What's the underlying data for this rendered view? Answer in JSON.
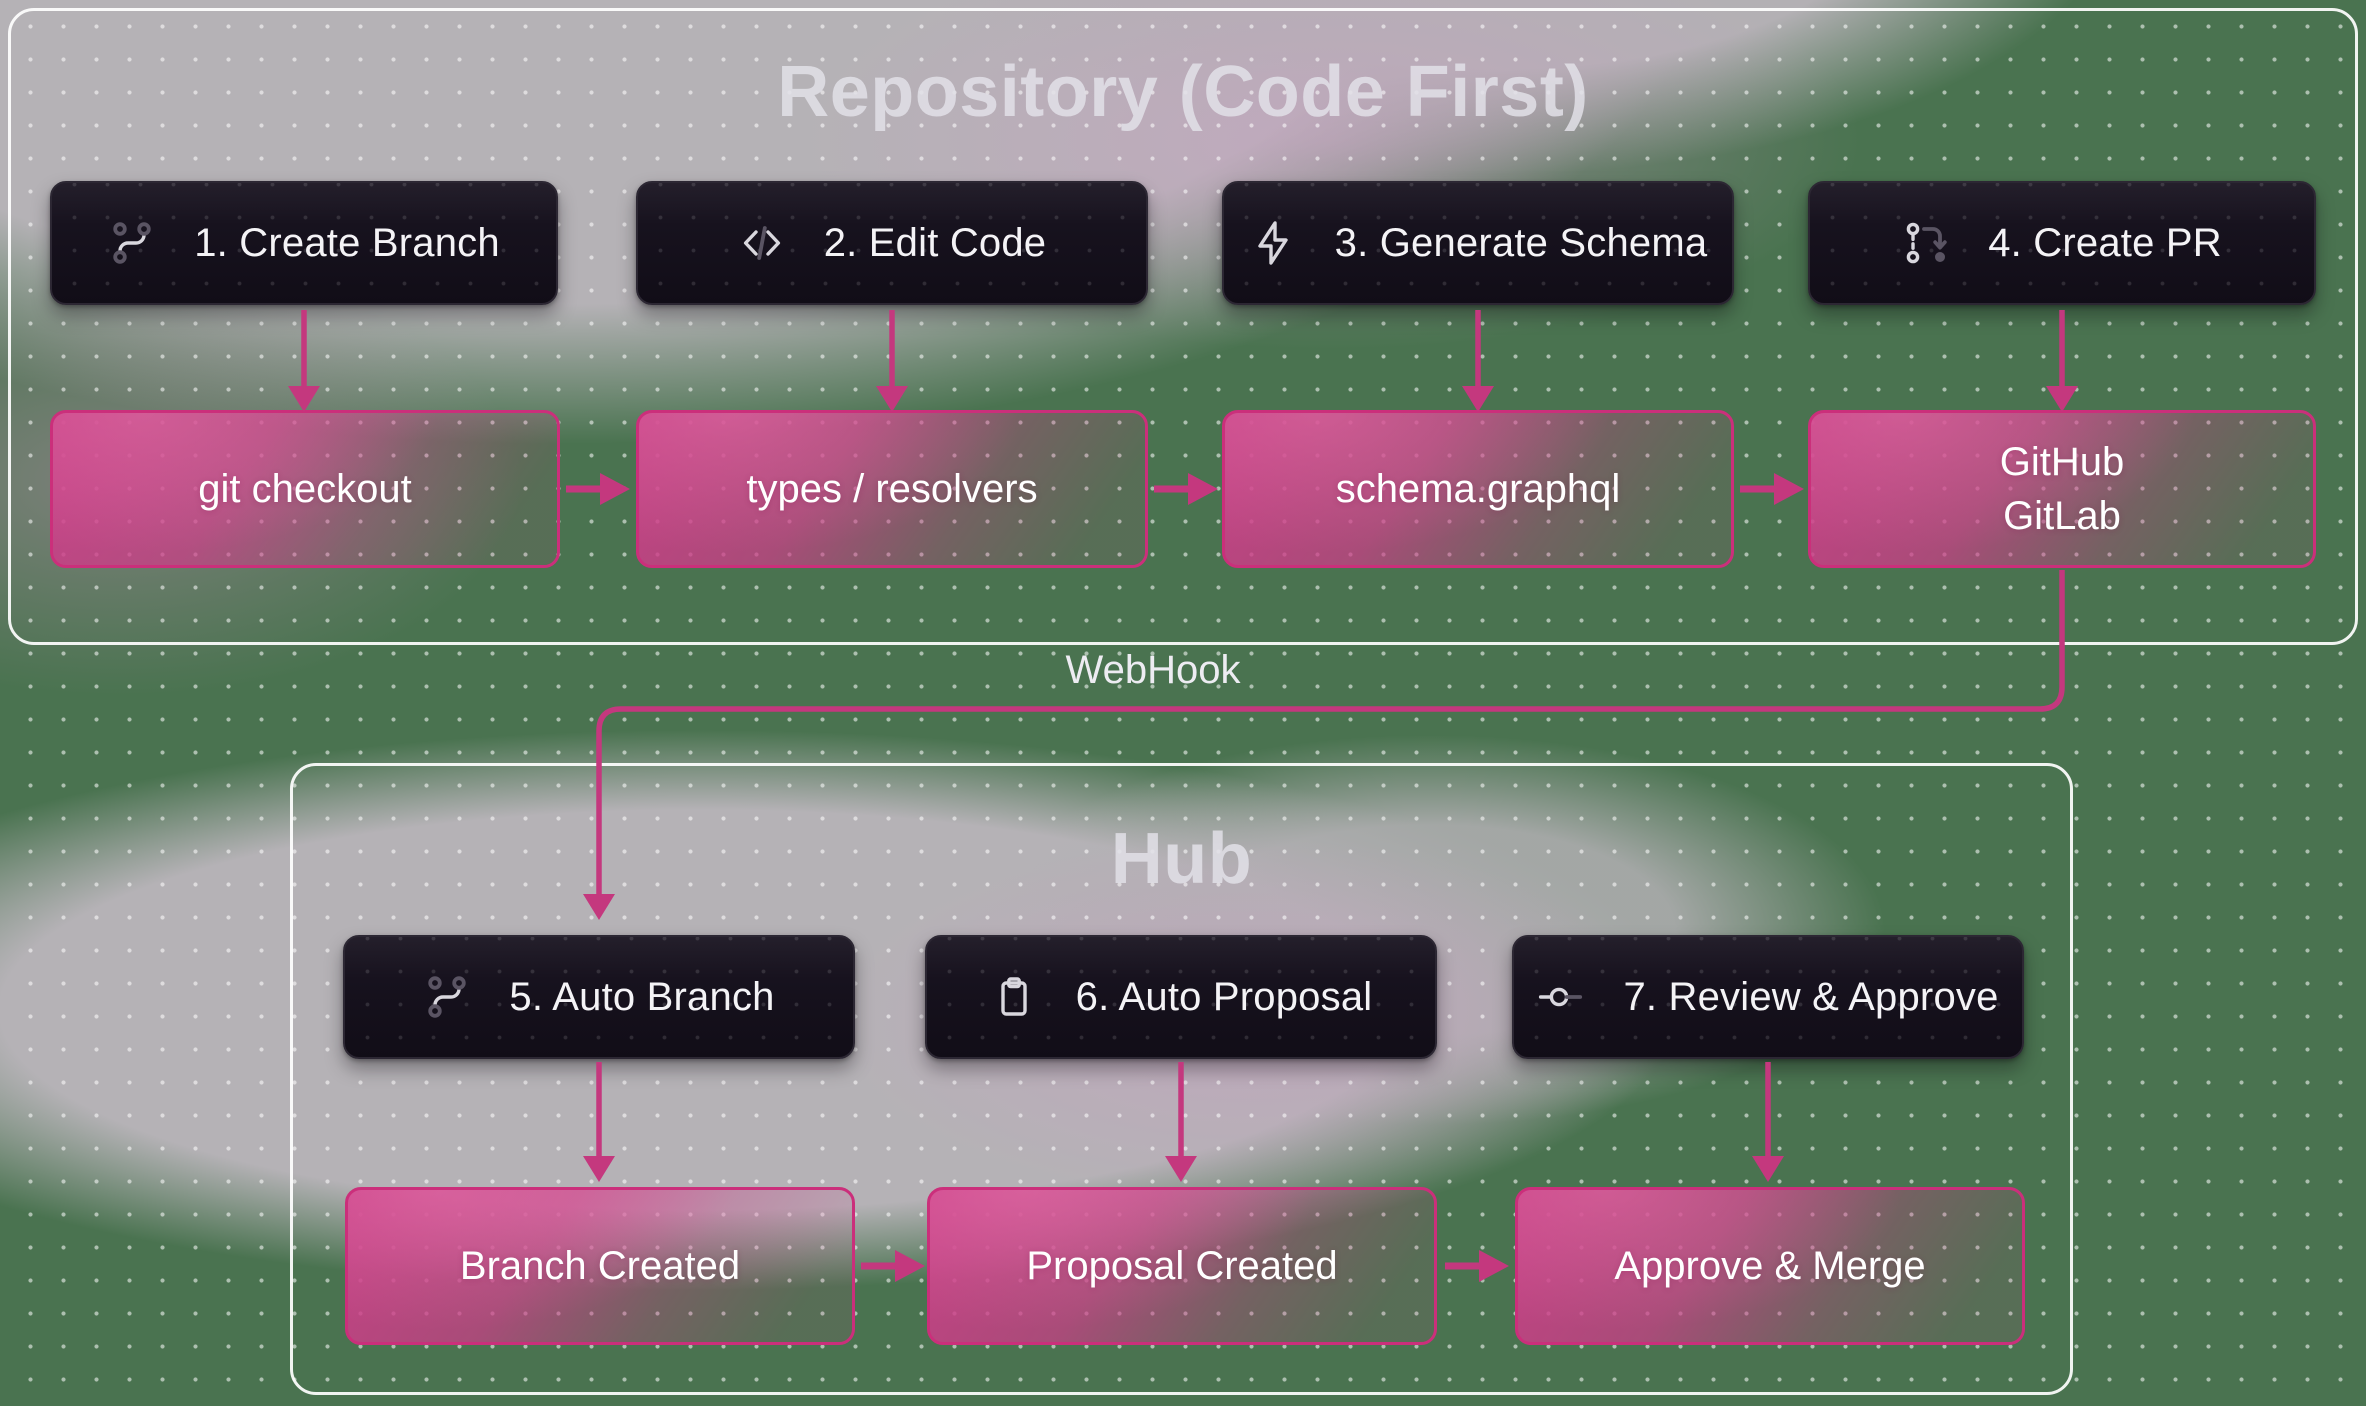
{
  "colors": {
    "background_green": "#4a7350",
    "marble_gray": "#b4b1b5",
    "accent_pink": "#c4387e",
    "node_dark": "#16121c",
    "container_border": "#ffffff",
    "title_text": "#e2e0e8",
    "box_text": "#ffffff"
  },
  "repository": {
    "title": "Repository (Code First)",
    "steps": [
      {
        "label": "1. Create Branch",
        "icon": "git-branch-icon"
      },
      {
        "label": "2. Edit Code",
        "icon": "code-icon"
      },
      {
        "label": "3. Generate Schema",
        "icon": "zap-icon"
      },
      {
        "label": "4. Create PR",
        "icon": "pull-request-icon"
      }
    ],
    "artifacts": [
      {
        "label": "git checkout"
      },
      {
        "label": "types / resolvers"
      },
      {
        "label": "schema.graphql"
      },
      {
        "label": "GitHub\nGitLab"
      }
    ]
  },
  "webhook": {
    "label": "WebHook"
  },
  "hub": {
    "title": "Hub",
    "steps": [
      {
        "label": "5. Auto Branch",
        "icon": "git-branch-icon"
      },
      {
        "label": "6. Auto Proposal",
        "icon": "clipboard-icon"
      },
      {
        "label": "7. Review & Approve",
        "icon": "git-commit-icon"
      }
    ],
    "artifacts": [
      {
        "label": "Branch Created"
      },
      {
        "label": "Proposal Created"
      },
      {
        "label": "Approve & Merge"
      }
    ]
  }
}
